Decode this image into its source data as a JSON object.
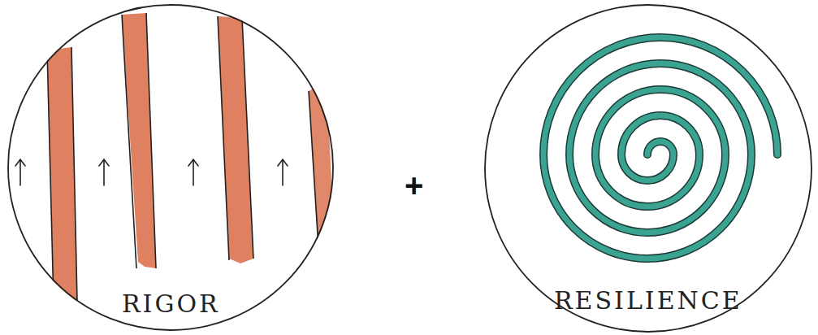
{
  "diagram": {
    "nodes": [
      {
        "text": [
          "RIGOR"
        ]
      },
      {
        "text": [
          "RESILIENCE"
        ]
      }
    ],
    "labels": [
      "+"
    ]
  }
}
